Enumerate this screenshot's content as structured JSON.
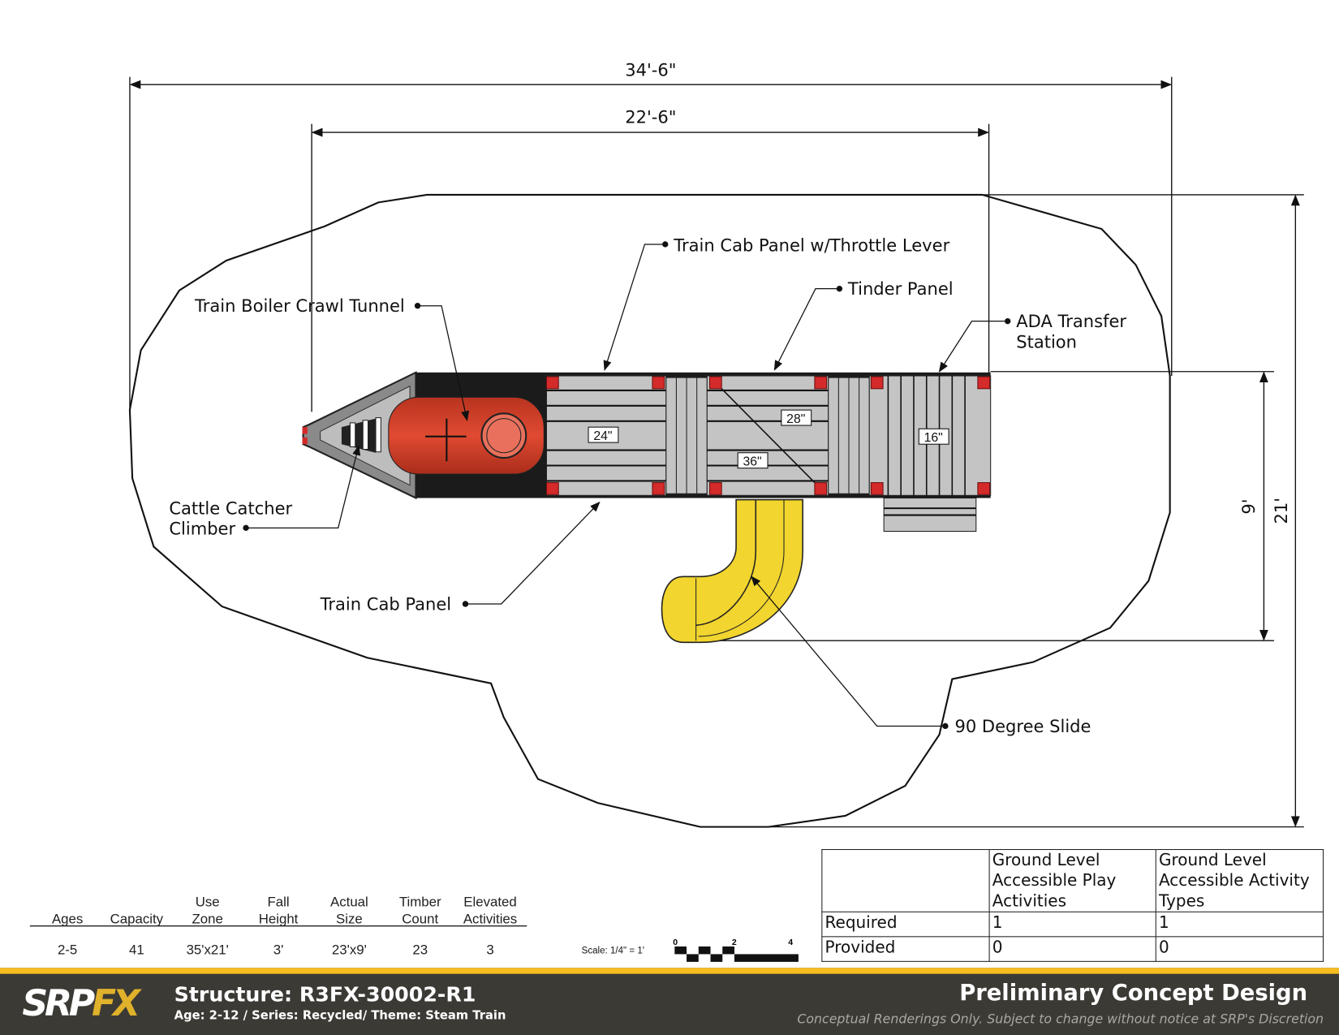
{
  "dimensions": {
    "overall_width": "34'-6\"",
    "structure_width": "22'-6\"",
    "overall_depth": "21'",
    "structure_depth": "9'"
  },
  "callouts": {
    "throttle": "Train Cab Panel w/Throttle Lever",
    "tinder": "Tinder Panel",
    "ada_line1": "ADA Transfer",
    "ada_line2": "Station",
    "boiler": "Train Boiler Crawl Tunnel",
    "cattle_line1": "Cattle Catcher",
    "cattle_line2": "Climber",
    "cab": "Train Cab Panel",
    "slide": "90 Degree Slide"
  },
  "deck_heights": {
    "d1": "24\"",
    "d2": "28\"",
    "d3": "36\"",
    "d4": "16\""
  },
  "specs": {
    "headers": [
      [
        "",
        "Ages"
      ],
      [
        "",
        "Capacity"
      ],
      [
        "Use",
        "Zone"
      ],
      [
        "Fall",
        "Height"
      ],
      [
        "Actual",
        "Size"
      ],
      [
        "Timber",
        "Count"
      ],
      [
        "Elevated",
        "Activities"
      ]
    ],
    "values": [
      "2-5",
      "41",
      "35'x21'",
      "3'",
      "23'x9'",
      "23",
      "3"
    ]
  },
  "scale": {
    "label": "Scale: 1/4\" = 1'",
    "ticks": [
      "0",
      "2",
      "4"
    ]
  },
  "ada_table": {
    "col1": "Ground Level Accessible Play Activities",
    "col2": "Ground Level Accessible Activity Types",
    "rows": [
      {
        "label": "Required",
        "v1": "1",
        "v2": "1"
      },
      {
        "label": "Provided",
        "v1": "0",
        "v2": "0"
      }
    ]
  },
  "footer": {
    "logo": "SRPFX",
    "logo_a": "SRP",
    "logo_b": "FX",
    "title": "Structure: R3FX-30002-R1",
    "subtitle": "Age: 2-12 / Series: Recycled/ Theme: Steam Train",
    "right_title": "Preliminary Concept Design",
    "note": "Conceptual Renderings Only. Subject to change without notice at SRP's Discretion"
  },
  "colors": {
    "accent": "#f5bd1f",
    "footer_bg": "#3c3a35",
    "boiler": "#d9452e",
    "slide": "#f2d52e",
    "deck": "#c4c4c4",
    "post": "#d42a2a"
  }
}
